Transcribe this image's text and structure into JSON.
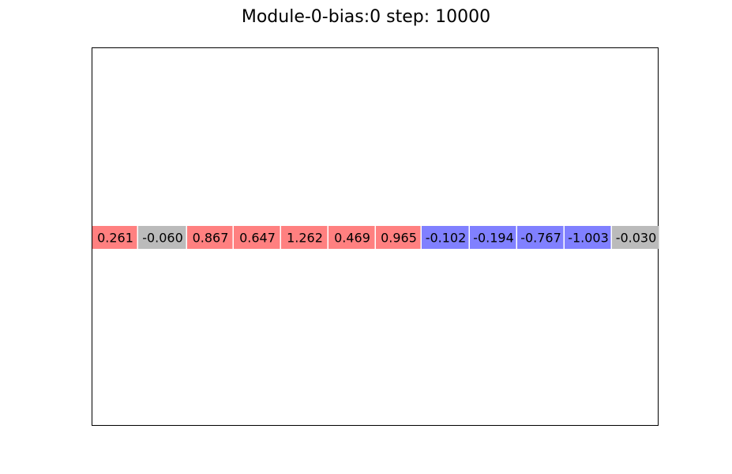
{
  "chart_data": {
    "type": "heatmap",
    "title": "Module-0-bias:0 step: 10000",
    "xlabel": "",
    "ylabel": "",
    "grid": false,
    "colors": {
      "positive": "#ff8080",
      "negative": "#8080ff",
      "near_zero": "#bbbbbb"
    },
    "values": [
      0.261,
      -0.06,
      0.867,
      0.647,
      1.262,
      0.469,
      0.965,
      -0.102,
      -0.194,
      -0.767,
      -1.003,
      -0.03
    ],
    "labels": [
      "0.261",
      "-0.060",
      "0.867",
      "0.647",
      "1.262",
      "0.469",
      "0.965",
      "-0.102",
      "-0.194",
      "-0.767",
      "-1.003",
      "-0.030"
    ]
  }
}
